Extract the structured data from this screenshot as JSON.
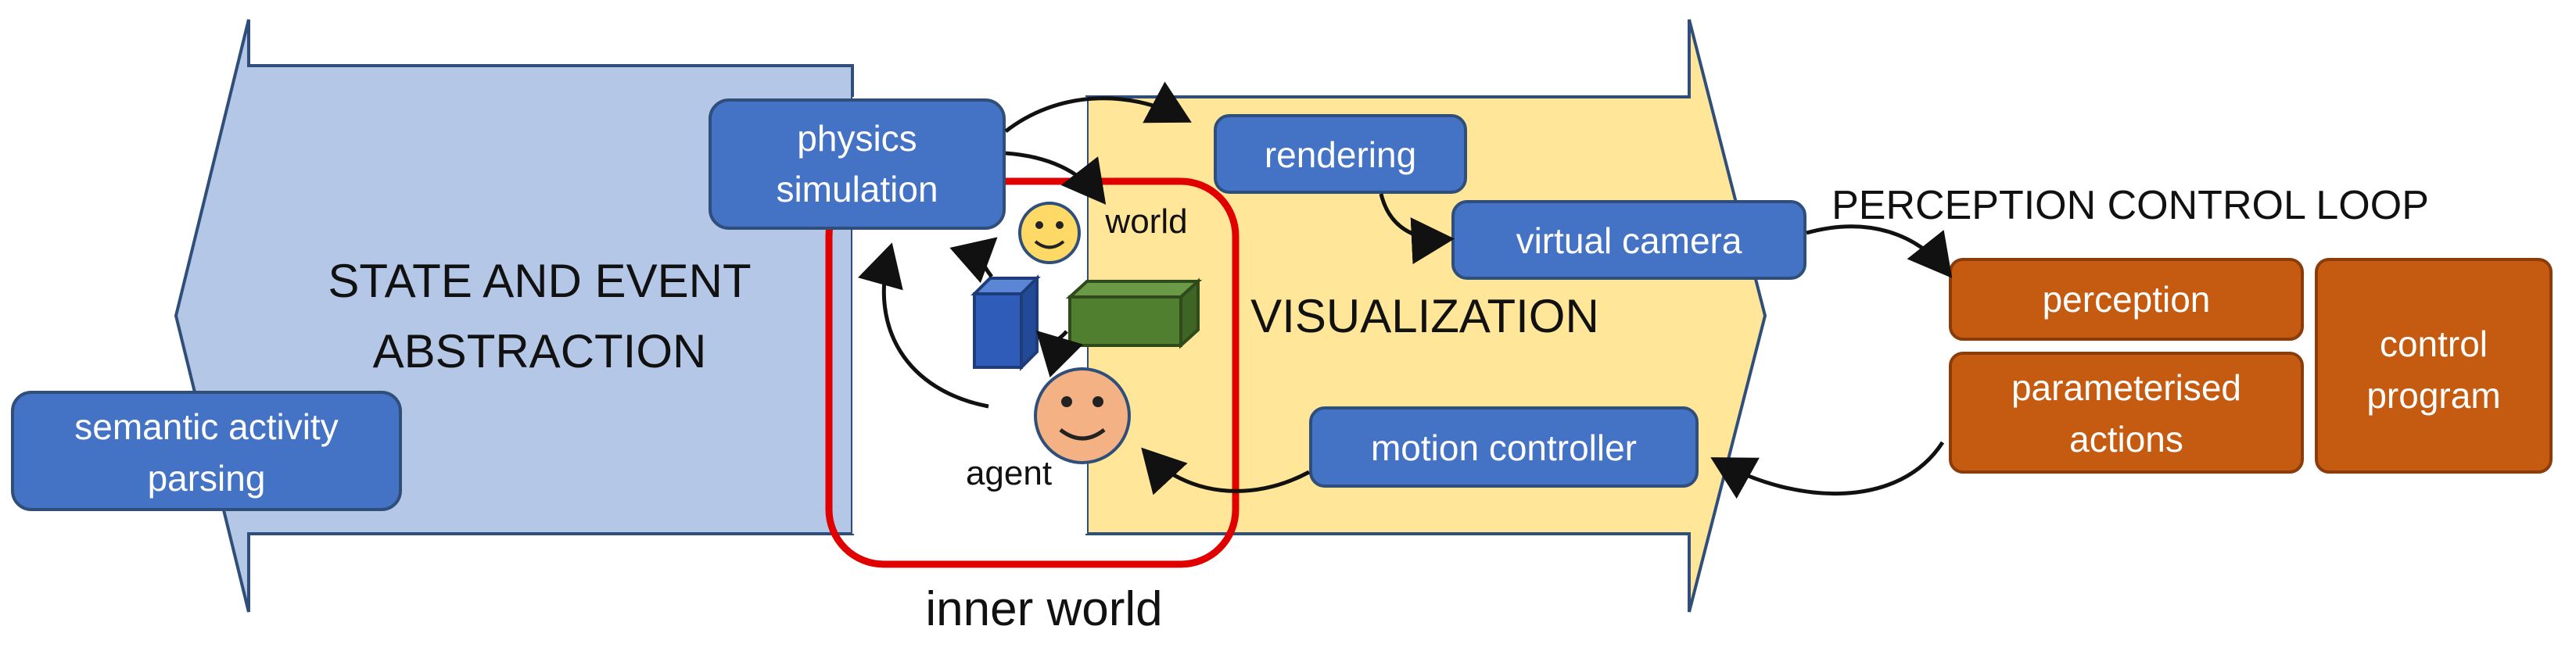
{
  "left_arrow": {
    "title_line1": "STATE AND EVENT",
    "title_line2": "ABSTRACTION"
  },
  "right_arrow": {
    "title": "VISUALIZATION"
  },
  "inner_world": {
    "label": "inner world",
    "world_label": "world",
    "agent_label": "agent"
  },
  "boxes": {
    "physics_line1": "physics",
    "physics_line2": "simulation",
    "rendering": "rendering",
    "virtual_camera": "virtual camera",
    "motion_controller": "motion controller",
    "semantic_line1": "semantic activity",
    "semantic_line2": "parsing"
  },
  "perception_loop": {
    "title": "PERCEPTION CONTROL LOOP",
    "perception": "perception",
    "actions_line1": "parameterised",
    "actions_line2": "actions",
    "control_line1": "control",
    "control_line2": "program"
  },
  "colors": {
    "state_blue": "#b4c7e7",
    "visualization_yellow": "#ffe699",
    "box_blue": "#4472c4",
    "box_orange": "#c55a11",
    "inner_world_red": "#e00000",
    "cube_blue": "#2e5cb8",
    "box_green": "#4f7f2f",
    "face_yellow": "#ffd966",
    "face_orange": "#f4b183"
  }
}
